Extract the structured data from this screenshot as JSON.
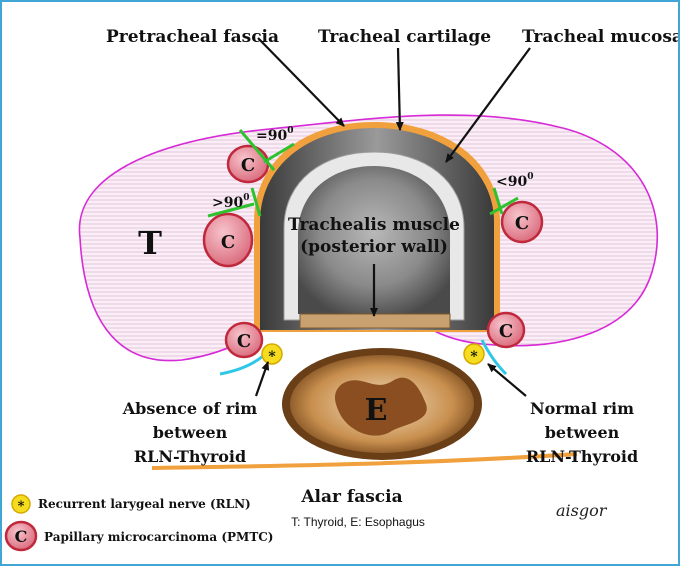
{
  "labels": {
    "pretracheal_fascia": "Pretracheal fascia",
    "tracheal_cartilage": "Tracheal cartilage",
    "tracheal_mucosa": "Tracheal mucosa",
    "trachealis_line1": "Trachealis muscle",
    "trachealis_line2": "(posterior wall)",
    "thyroid": "T",
    "esophagus": "E",
    "tumor_letter": "C",
    "angle_eq": "=90",
    "angle_gt": ">90",
    "angle_lt": "<90",
    "degree": "0",
    "absence_line1": "Absence of rim",
    "absence_line2": "between",
    "absence_line3": "RLN-Thyroid",
    "normal_line1": "Normal rim",
    "normal_line2": "between",
    "normal_line3": "RLN-Thyroid",
    "alar_fascia": "Alar fascia",
    "abbrev": "T: Thyroid, E: Esophagus",
    "signature": "aisgor"
  },
  "legend": {
    "rln_symbol": "*",
    "rln_text": "Recurrent larygeal nerve (RLN)",
    "pmtc_symbol": "C",
    "pmtc_text": "Papillary microcarcinoma (PMTC)"
  },
  "colors": {
    "border": "#41a6d6",
    "thyroid_outline": "#d62bd6",
    "fascia_orange": "#f0a03c",
    "tumor_fill": "#e07c8c",
    "tumor_stroke": "#c0283c",
    "angle_green": "#2fc22f",
    "rln_yellow": "#f5dc1e",
    "rim_cyan": "#2ec8e6"
  }
}
